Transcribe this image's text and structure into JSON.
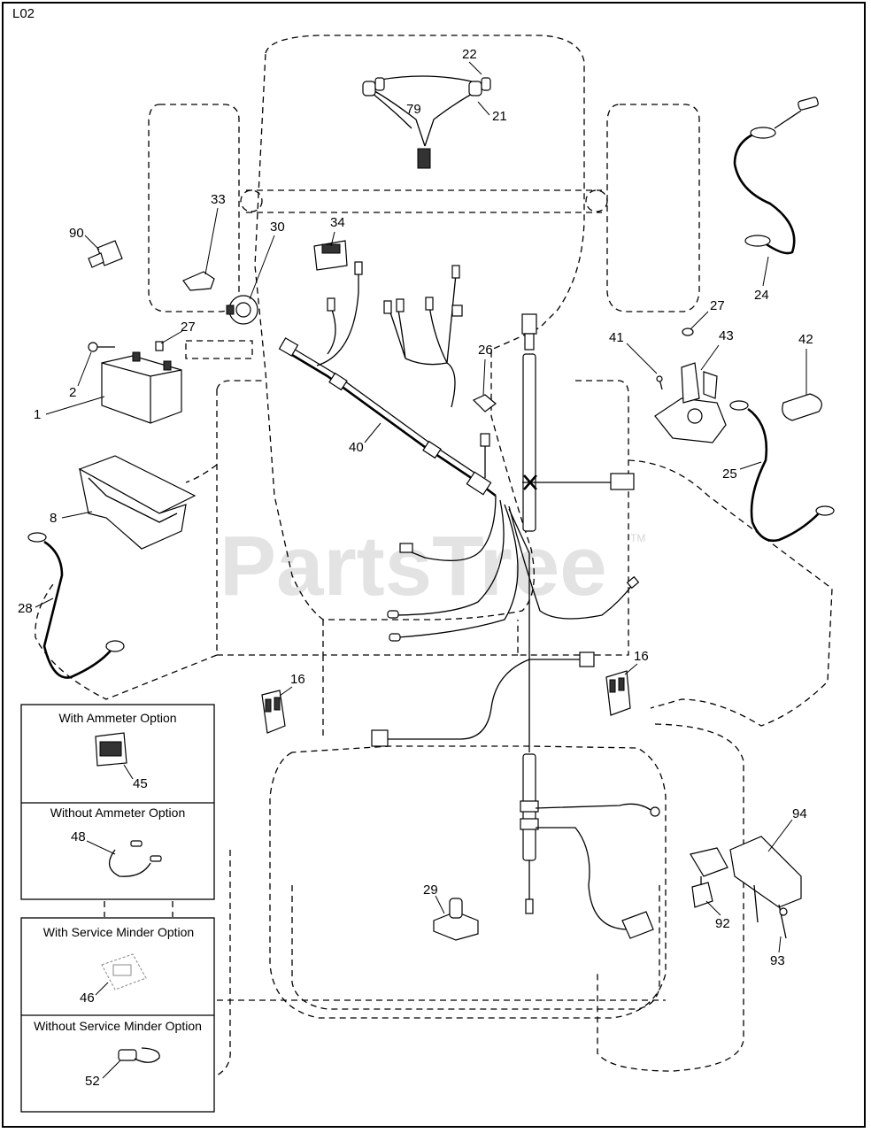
{
  "diagram": {
    "page_code": "L02",
    "watermark": "PartsTree",
    "watermark_mark": "TM",
    "callouts": [
      "22",
      "79",
      "21",
      "33",
      "30",
      "90",
      "34",
      "24",
      "27",
      "41",
      "43",
      "42",
      "2",
      "1",
      "40",
      "26",
      "8",
      "25",
      "28",
      "16",
      "16",
      "29",
      "94",
      "92",
      "93"
    ],
    "options": {
      "ammeter": {
        "title": "With Ammeter Option",
        "part": "45"
      },
      "no_ammeter": {
        "title": "Without Ammeter Option",
        "part": "48"
      },
      "service_minder": {
        "title": "With Service Minder Option",
        "part": "46"
      },
      "no_service_minder": {
        "title": "Without Service Minder Option",
        "part": "52"
      }
    }
  }
}
